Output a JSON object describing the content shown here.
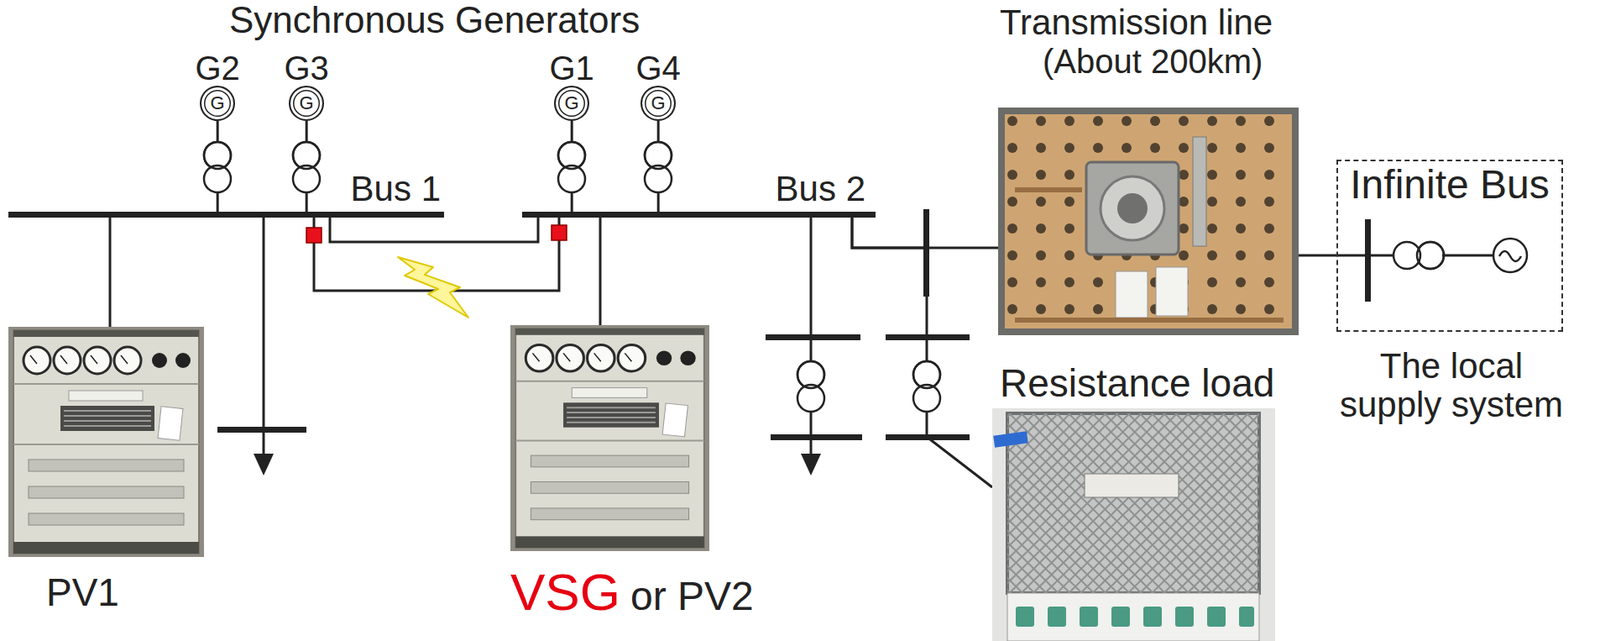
{
  "diagram": {
    "nodes": [
      {
        "text": [
          "G2",
          "G"
        ]
      },
      {
        "text": [
          "G3",
          "G"
        ]
      },
      {
        "text": [
          "G1",
          "G"
        ]
      },
      {
        "text": [
          "G4",
          "G"
        ]
      },
      {
        "text": [
          "Bus 1"
        ]
      },
      {
        "text": [
          "Bus 2"
        ]
      },
      {
        "text": [
          "Transmission line",
          "(About 200km)"
        ]
      },
      {
        "text": [
          "Infinite Bus",
          "The local supply system"
        ]
      },
      {
        "text": [
          "Resistance load"
        ]
      },
      {
        "text": [
          "PV1"
        ]
      },
      {
        "text": [
          "VSG",
          "or PV2"
        ]
      }
    ],
    "edges": [
      {
        "from": 0,
        "to": 4,
        "arrow": "none"
      },
      {
        "from": 1,
        "to": 4,
        "arrow": "none"
      },
      {
        "from": 2,
        "to": 5,
        "arrow": "none"
      },
      {
        "from": 3,
        "to": 5,
        "arrow": "none"
      },
      {
        "from": 4,
        "to": 5,
        "arrow": "none"
      },
      {
        "from": 4,
        "to": 5,
        "arrow": "none"
      },
      {
        "from": 4,
        "to": 9,
        "arrow": "none"
      },
      {
        "from": 5,
        "to": 10,
        "arrow": "none"
      },
      {
        "from": 5,
        "to": 6,
        "arrow": "none"
      },
      {
        "from": 6,
        "to": 7,
        "arrow": "none"
      },
      {
        "from": 5,
        "to": 8,
        "arrow": "none"
      }
    ],
    "labels": [
      "Synchronous Generators"
    ]
  }
}
